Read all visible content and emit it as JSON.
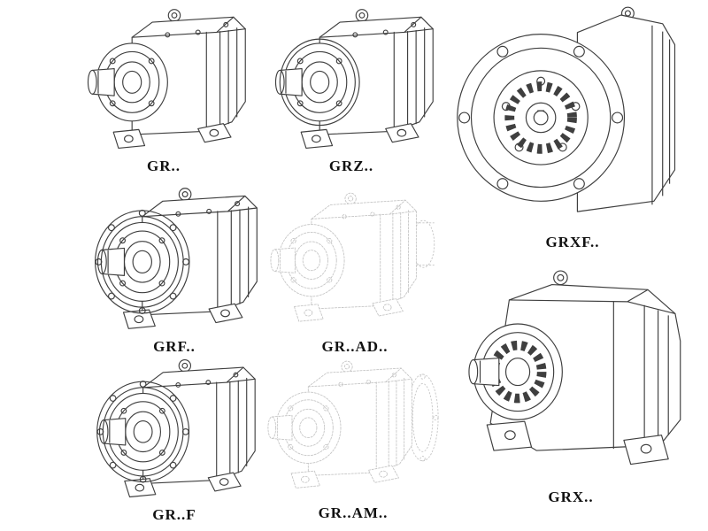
{
  "colors": {
    "line": "#3f3f3f",
    "faint_line": "#c5c5c5",
    "label_text": "#111111",
    "background": "#ffffff"
  },
  "cells": {
    "gr": {
      "label": "GR.."
    },
    "grz": {
      "label": "GRZ.."
    },
    "grxf": {
      "label": "GRXF.."
    },
    "grf": {
      "label": "GRF.."
    },
    "grad": {
      "label": "GR..AD.."
    },
    "grff": {
      "label": "GR..F"
    },
    "gram": {
      "label": "GR..AM.."
    },
    "grx": {
      "label": "GRX.."
    }
  }
}
